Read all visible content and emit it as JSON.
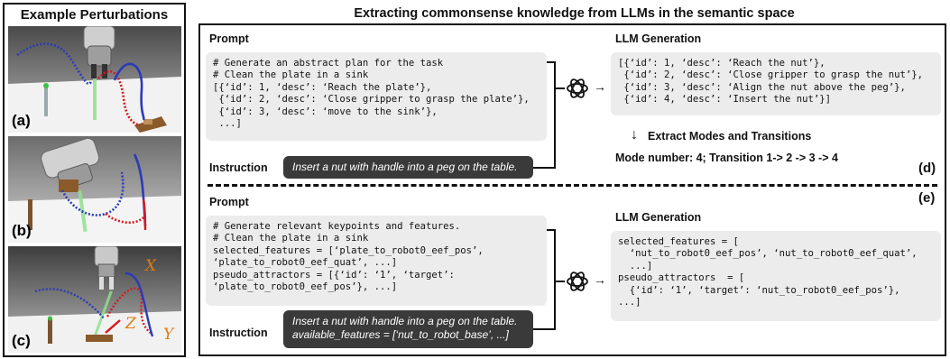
{
  "left_panel": {
    "title": "Example Perturbations",
    "scenes": [
      {
        "label": "(a)"
      },
      {
        "label": "(b)"
      },
      {
        "label": "(c)",
        "axes": [
          "X",
          "Z",
          "Y"
        ]
      }
    ]
  },
  "right_panel": {
    "title": "Extracting commonsense knowledge from LLMs in the semantic space",
    "top": {
      "prompt_label": "Prompt",
      "prompt_text": "# Generate an abstract plan for the task\n# Clean the plate in a sink\n[{‘id’: 1, ‘desc’: ‘Reach the plate’},\n {‘id’: 2, ‘desc’: ‘Close gripper to grasp the plate’},\n {‘id’: 3, ‘desc’: ‘move to the sink’},\n ...]",
      "instruction_label": "Instruction",
      "instruction_text": "Insert a nut with handle into a peg on the table.",
      "generation_label": "LLM Generation",
      "generation_text": "[{‘id’: 1, ‘desc’: ‘Reach the nut’},\n {‘id’: 2, ‘desc’: ‘Close gripper to grasp the nut’},\n {‘id’: 3, ‘desc’: ‘Align the nut above the peg’},\n {‘id’: 4, ‘desc’: ‘Insert the nut’}]",
      "extract_label": "Extract Modes and Transitions",
      "mode_text": "Mode number: 4; Transition 1-> 2 -> 3 -> 4",
      "tag": "(d)"
    },
    "bottom": {
      "prompt_label": "Prompt",
      "prompt_text": "# Generate relevant keypoints and features.\n# Clean the plate in a sink\nselected_features = [‘plate_to_robot0_eef_pos’,\n‘plate_to_robot0_eef_quat’, ...]\npseudo_attractors = [{‘id’: ‘1’, ‘target’:\n‘plate_to_robot0_eef_pos’}, ...]",
      "instruction_label": "Instruction",
      "instruction_line1": "Insert a nut with handle into a peg on the table.",
      "instruction_line2": "available_features = [‘nut_to_robot_base’, ...]",
      "generation_label": "LLM Generation",
      "generation_text": "selected_features = [\n  ‘nut_to_robot0_eef_pos’, ‘nut_to_robot0_eef_quat’,\n  ...]\npseudo_attractors  = [\n  {‘id’: ‘1’, ‘target’: ‘nut_to_robot0_eef_pos’},\n...]",
      "tag": "(e)"
    }
  },
  "icons": {
    "llm": "openai-logo-icon",
    "arrow": "right-arrow-icon",
    "down_arrow": "down-arrow-icon"
  },
  "colors": {
    "trajectory_red": "#d7191c",
    "trajectory_blue": "#2b3bb8",
    "instruction_bg": "#3a3a3a",
    "box_bg": "#ececec",
    "axis_orange": "#e07b10"
  }
}
